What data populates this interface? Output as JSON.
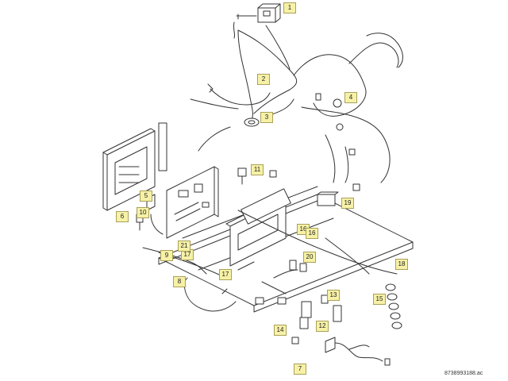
{
  "callouts": {
    "c1": "1",
    "c2": "2",
    "c3": "3",
    "c4": "4",
    "c5": "5",
    "c6": "6",
    "c7": "7",
    "c8": "8",
    "c9": "9",
    "c10": "10",
    "c11": "11",
    "c12": "12",
    "c13": "13",
    "c14": "14",
    "c15": "15",
    "c16a": "16",
    "c16b": "16",
    "c17a": "17",
    "c17b": "17",
    "c18": "18",
    "c19": "19",
    "c20": "20",
    "c21": "21"
  },
  "document_id": "8738993188.ac"
}
